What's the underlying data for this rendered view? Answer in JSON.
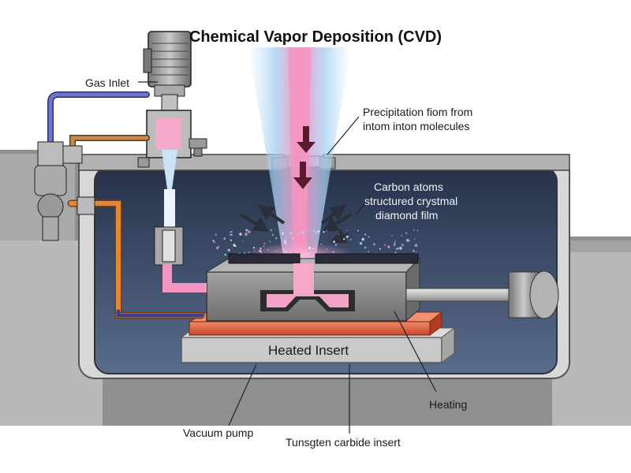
{
  "title": "Chemical Vapor Deposition (CVD)",
  "labels": {
    "gas_inlet": "Gas Inlet",
    "precipitation_line1": "Precipitation fiom from",
    "precipitation_line2": "intom inton molecules",
    "carbon_line1": "Carbon atoms",
    "carbon_line2": "structured crystmal",
    "carbon_line3": "diamond film",
    "heated_insert": "Heated Insert",
    "heating": "Heating",
    "vacuum_pump": "Vacuum pump",
    "tungsten_insert": "Tunsgten carbide insert"
  },
  "colors": {
    "chamber_outer": "#9a9a9a",
    "chamber_interior": "#3a4a66",
    "plasma_pink": "#f48fb8",
    "plasma_blue": "#8ecbf0",
    "block_gray": "#8d8d8d",
    "hot_plate": "#e0664a",
    "gas_pipe_blue": "#6f76c9",
    "gas_pipe_orange": "#e08a36"
  }
}
